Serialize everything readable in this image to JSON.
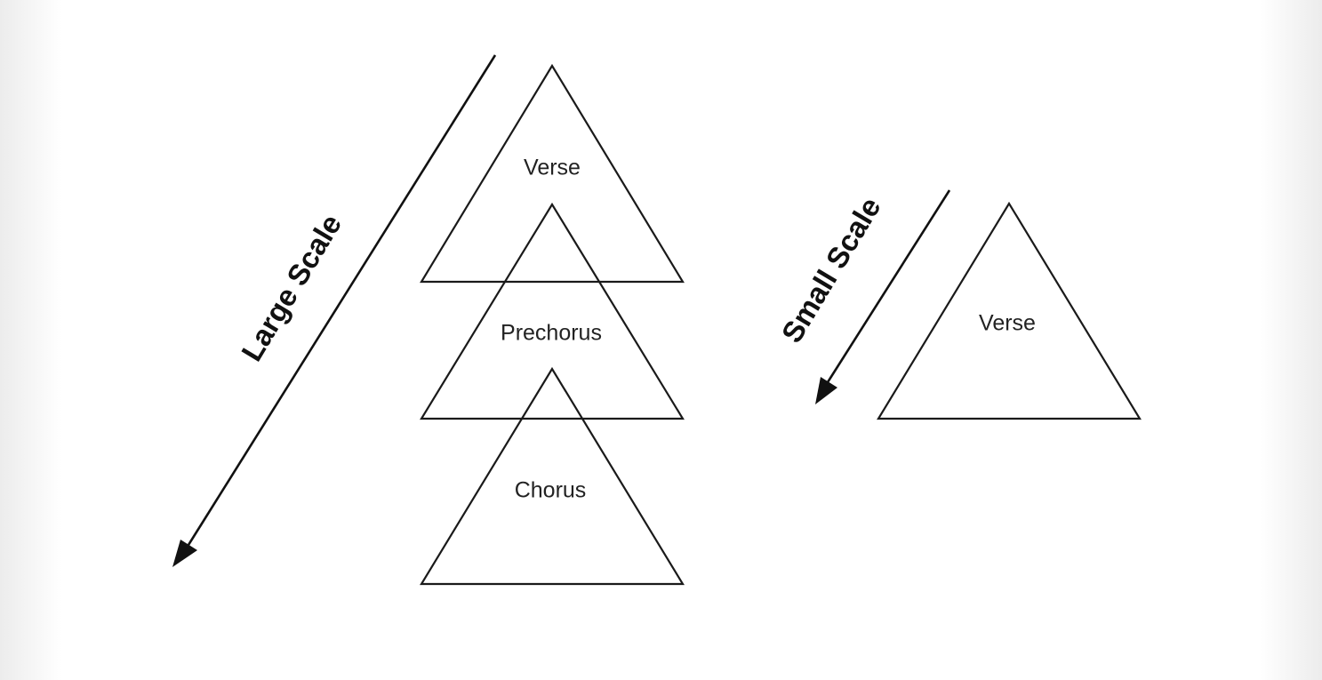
{
  "diagram": {
    "large_scale": {
      "label": "Large Scale",
      "sections": [
        "Verse",
        "Prechorus",
        "Chorus"
      ]
    },
    "small_scale": {
      "label": "Small Scale",
      "sections": [
        "Verse"
      ]
    }
  }
}
